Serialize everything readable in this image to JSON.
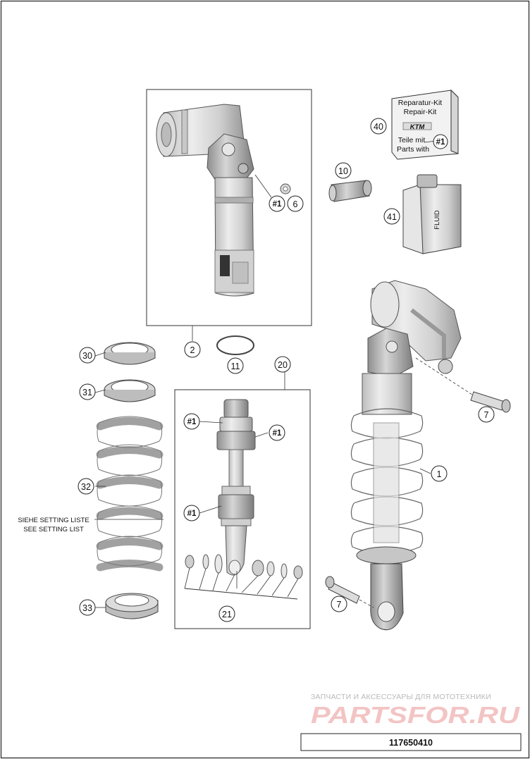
{
  "diagram": {
    "callouts": {
      "c1": "1",
      "c2": "2",
      "c6": "6",
      "c7a": "7",
      "c7b": "7",
      "c10": "10",
      "c11": "11",
      "c20": "20",
      "c21": "21",
      "c30": "30",
      "c31": "31",
      "c32": "32",
      "c33": "33",
      "c40": "40",
      "c41": "41"
    },
    "refs": {
      "r6": "#1",
      "r_piston_top": "#1",
      "r_piston_right": "#1",
      "r_rod": "#1",
      "r_kit": "#1"
    },
    "repair_kit": {
      "line1": "Reparatur-Kit",
      "line2": "Repair-Kit",
      "line3": "Teile mit",
      "line4": "Parts with",
      "logo": "KTM"
    },
    "fluid_label": "FLUID",
    "spring_note": {
      "line1": "SIEHE SETTING LISTE",
      "line2": "SEE SETTING LIST"
    }
  },
  "watermark": {
    "tagline": "ЗАПЧАСТИ И АКСЕССУАРЫ ДЛЯ МОТОТЕХНИКИ",
    "brand": "PARTSFOR.RU"
  },
  "footer": {
    "diagram_code": "117650410"
  }
}
